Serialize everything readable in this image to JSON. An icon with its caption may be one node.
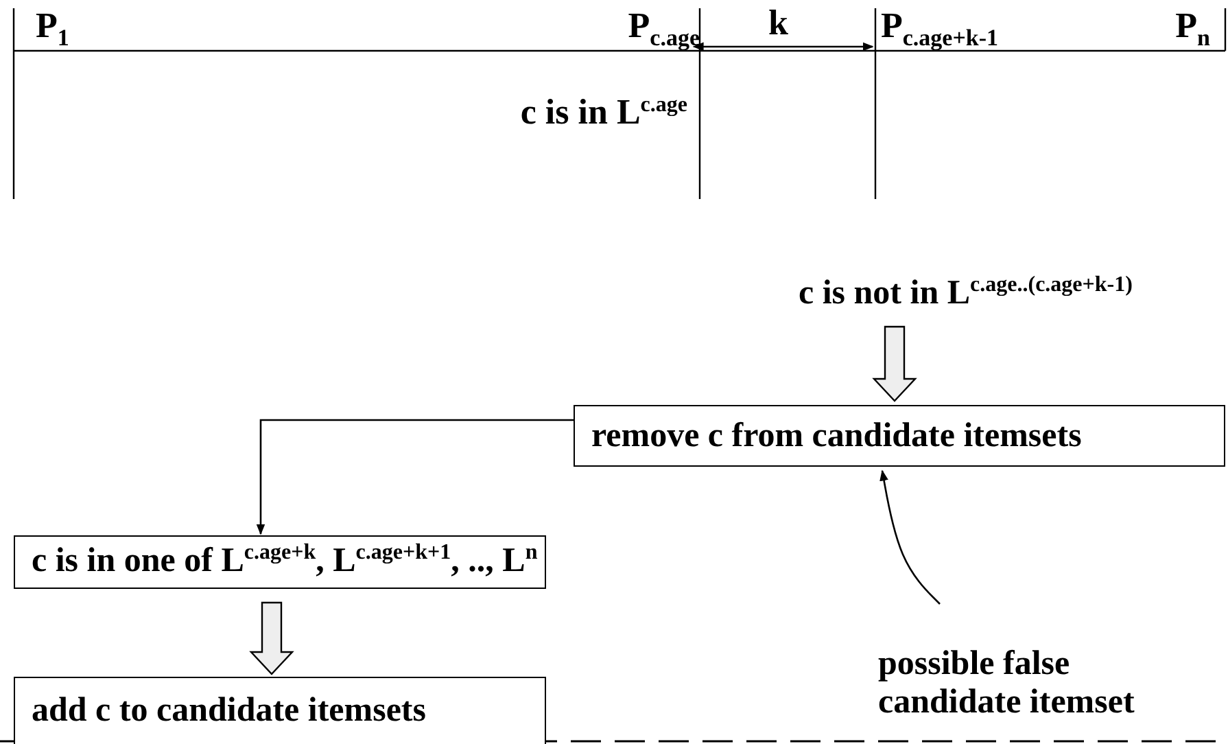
{
  "diagram": {
    "nodes": [
      {
        "text": [
          "c is not in L$^{c.age..(c.age+k-1)}$"
        ]
      },
      {
        "text": [
          "remove c from candidate itemsets"
        ]
      },
      {
        "text": [
          "c is in one of L$^{c.age+k}$, L$^{c.age+k+1}$, .., L$^{n}$"
        ]
      },
      {
        "text": [
          "add c to candidate itemsets"
        ]
      },
      {
        "text": [
          "possible false candidate itemset"
        ]
      }
    ],
    "edges": [
      {
        "from": 0,
        "to": 1,
        "arrow": "to",
        "style": "thick"
      },
      {
        "from": 1,
        "to": 2,
        "arrow": "to"
      },
      {
        "from": 2,
        "to": 3,
        "arrow": "to",
        "style": "thick"
      },
      {
        "from": 4,
        "to": 1,
        "arrow": "to"
      }
    ],
    "labels": [
      "P$_{1}$",
      "P$_{c.age}$",
      "k",
      "P$_{c.age+k-1}$",
      "P$_{n}$",
      "c is in L$^{c.age}$"
    ]
  }
}
